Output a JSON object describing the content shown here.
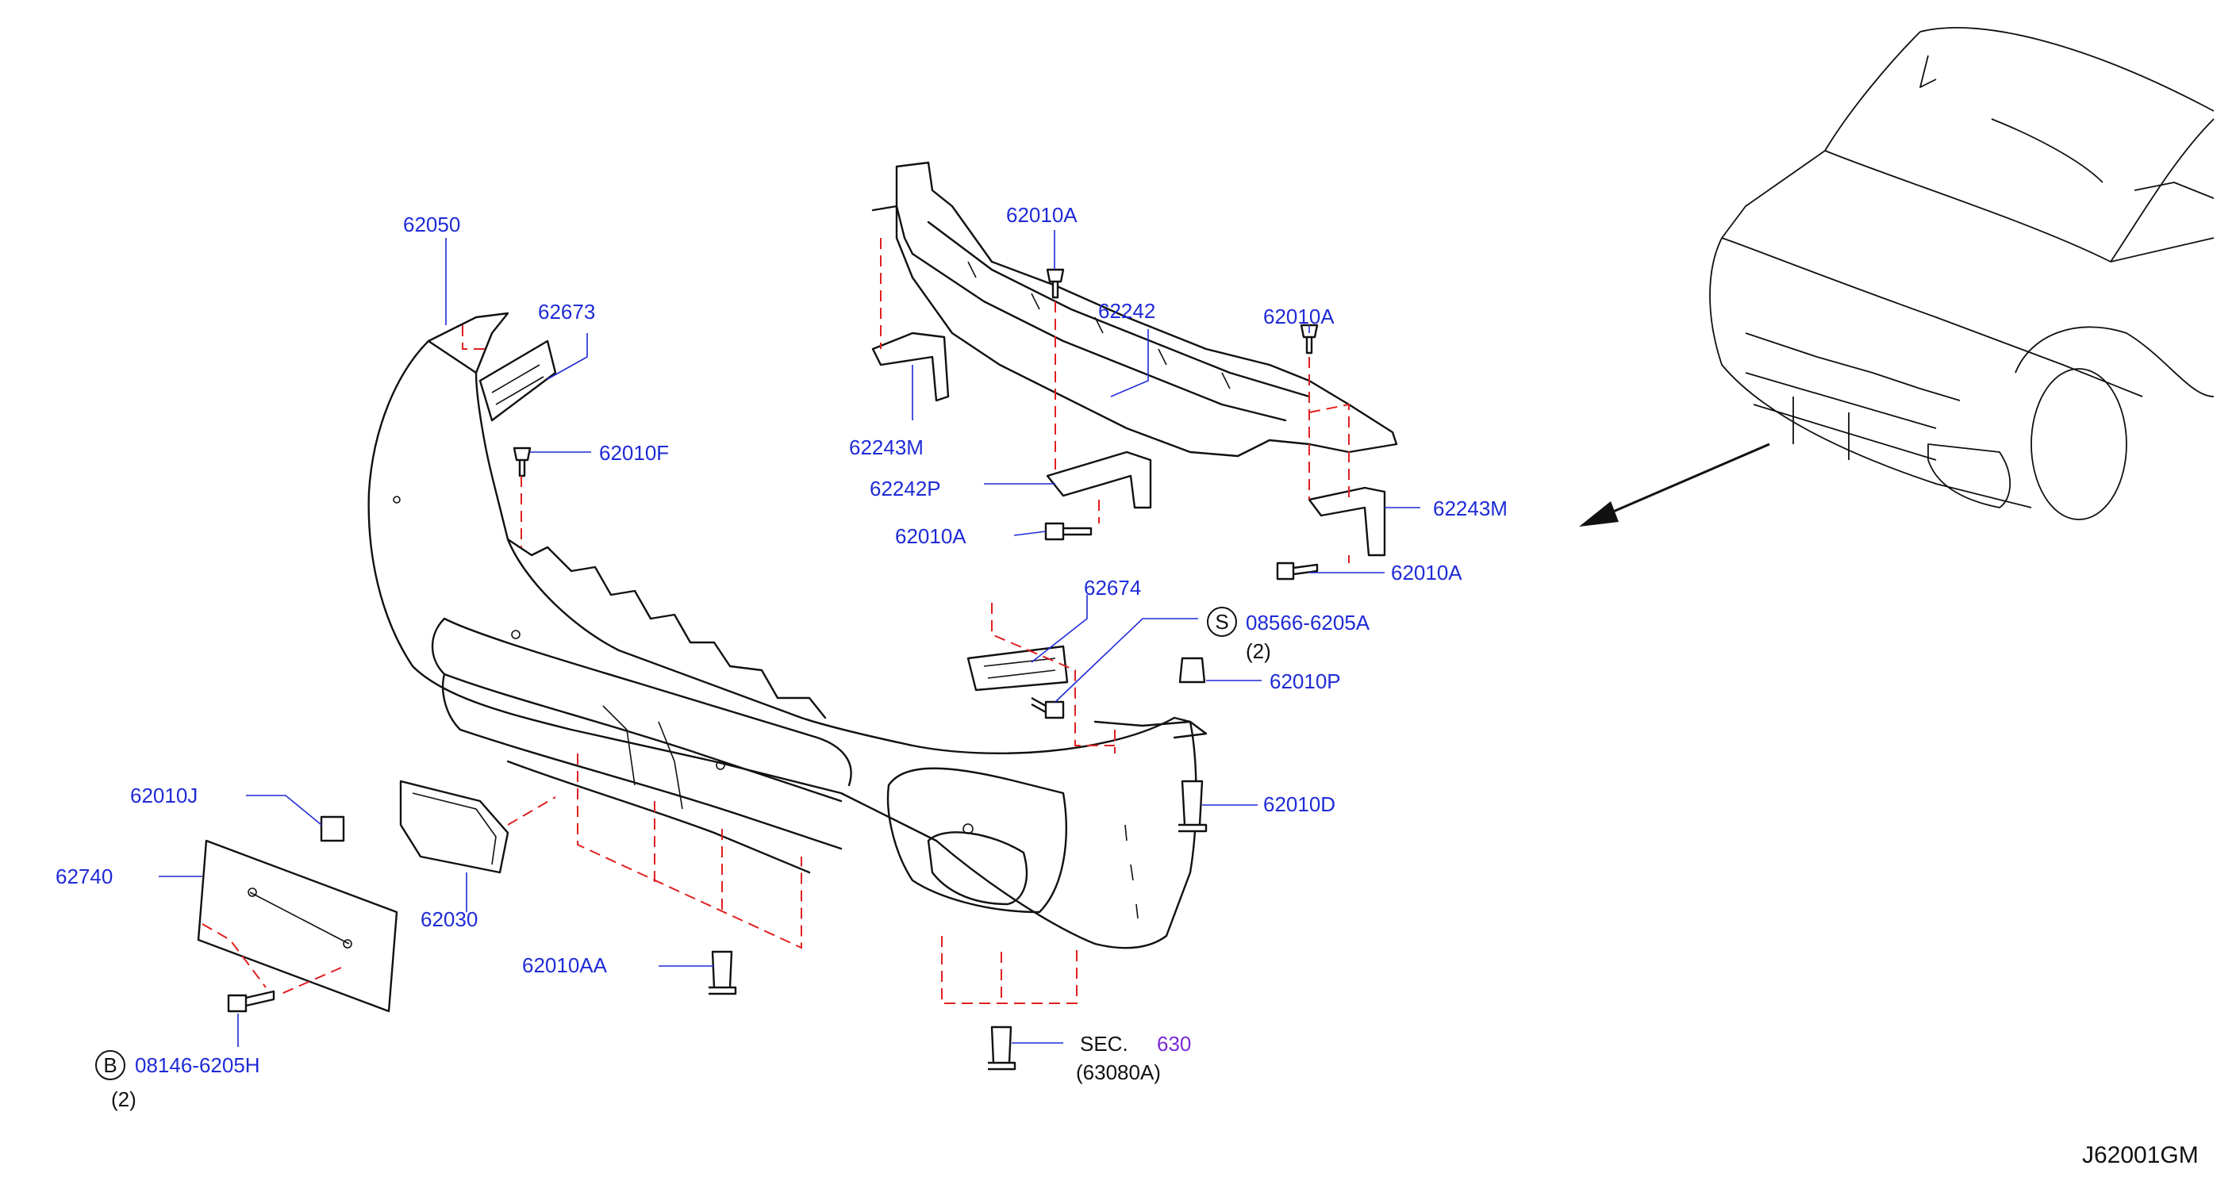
{
  "diagram_id": "J62001GM",
  "labels": {
    "p62050": "62050",
    "p62673": "62673",
    "p62010F": "62010F",
    "p62010A_top": "62010A",
    "p62242": "62242",
    "p62010A_right": "62010A",
    "p62243M_left": "62243M",
    "p62242P": "62242P",
    "p62010A_mid": "62010A",
    "p62243M_right": "62243M",
    "p62010A_low": "62010A",
    "p62674": "62674",
    "p08566": "08566-6205A",
    "p08566_qty": "(2)",
    "p62010P": "62010P",
    "p62010D": "62010D",
    "p62010J": "62010J",
    "p62740": "62740",
    "p62030": "62030",
    "p62010AA": "62010AA",
    "sec_prefix": "SEC.",
    "sec_num": "630",
    "sec_sub": "(63080A)",
    "p08146": "08146-6205H",
    "p08146_qty": "(2)"
  },
  "symbols": {
    "s_marker": "S",
    "b_marker": "B"
  },
  "colors": {
    "label": "#1f2bd6",
    "leader": "#1f2bd6",
    "dashed": "#e02020",
    "section_ref": "#7a2ad6",
    "linework": "#111111"
  }
}
